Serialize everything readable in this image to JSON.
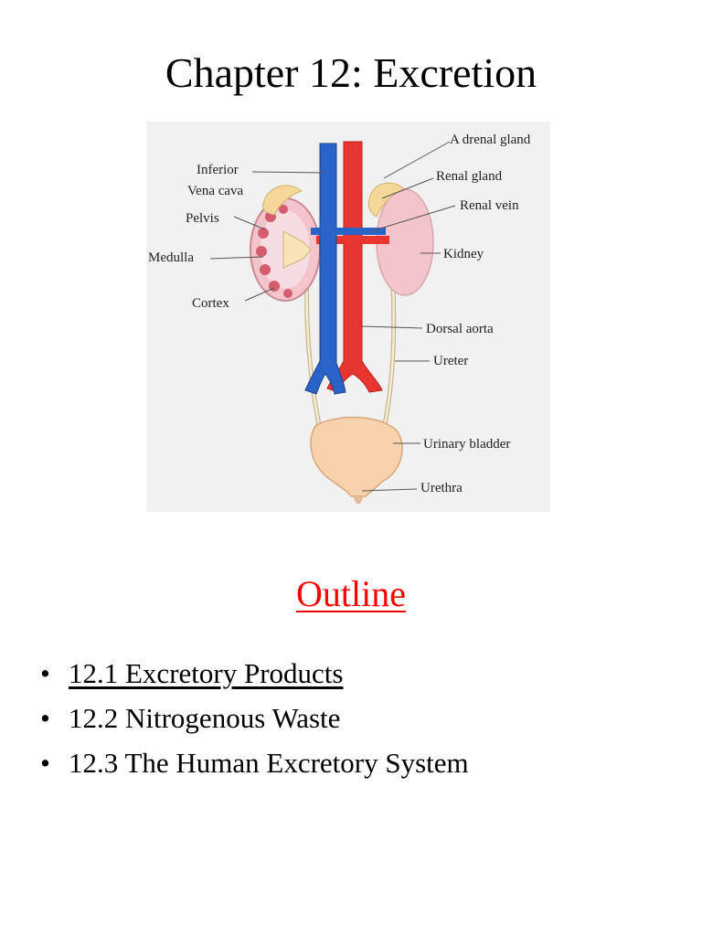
{
  "page": {
    "title": "Chapter 12: Excretion"
  },
  "figure": {
    "labels": {
      "inferior_vena_cava_line1": "Inferior",
      "inferior_vena_cava_line2": "Vena cava",
      "pelvis": "Pelvis",
      "medulla": "Medulla",
      "cortex": "Cortex",
      "adrenal_gland": "A drenal gland",
      "renal_gland": "Renal gland",
      "renal_vein": "Renal vein",
      "kidney": "Kidney",
      "dorsal_aorta": "Dorsal aorta",
      "ureter": "Ureter",
      "urinary_bladder": "Urinary bladder",
      "urethra": "Urethra"
    },
    "colors": {
      "vein": "#2a63c8",
      "artery": "#e8352f",
      "kidney": "#f3c4cc",
      "adrenal": "#f6d79a",
      "bladder": "#f8d2ad"
    }
  },
  "outline": {
    "heading": "Outline",
    "heading_color": "#ff0000",
    "bullet": "•",
    "items": [
      {
        "label": "12.1 Excretory Products"
      },
      {
        "label": "12.2 Nitrogenous Waste"
      },
      {
        "label": "12.3 The Human Excretory System"
      }
    ]
  }
}
